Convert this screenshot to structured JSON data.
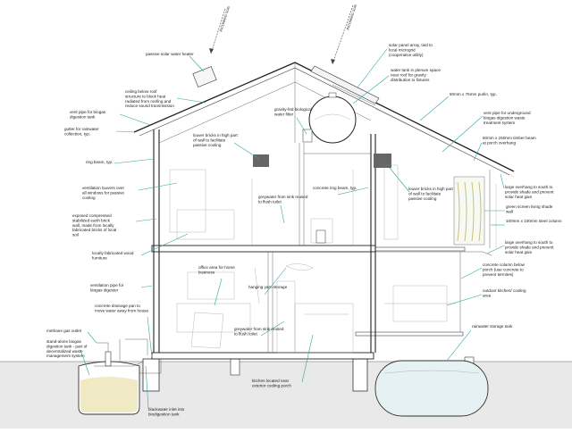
{
  "labels": {
    "passive_heater": "passive solar water heater",
    "ceiling": "ceiling below roof structure to block heat radiated from roofing and reduce sound transmission",
    "vent_pipe_left": "vent pipe for biogas digestion tank",
    "gutter": "gutter for rainwater collection, typ.",
    "louver_high": "louver bricks in high part of wall to facilitate passive cooling",
    "gravity_filter": "gravity-fed biological water filter",
    "ring_beam": "ring beam, typ.",
    "ventilation_louvers": "ventilation louvers over all windows for passive cooling",
    "greywater_toilet_upper": "greywater from sink reused to flush toilet",
    "concrete_ring_beam": "concrete ring beam, typ.",
    "louver_bricks_right": "louver bricks in high part of wall to facilitate passive cooling",
    "compressed_earth": "exposed compressed stabilized earth brick wall, made from locally fabricated bricks of local soil",
    "wood_furniture": "locally fabricated wood furniture",
    "office": "office area for home business",
    "hanging_yarn": "hanging yarn storage",
    "ventilation_pipe": "ventilation pipe for biogas digester",
    "drainage_pan": "concrete drainage pan to move water away from house",
    "methane": "methane gas outlet",
    "biogas_tank": "stand-alone biogas digestion tank - part of decentralized waste management system",
    "greywater_toilet_lower": "greywater from sink reused to flush toilet",
    "kitchen_porch": "kitchen located near exterior cooling porch",
    "blackwater": "blackwater inlet into biodigestion tank",
    "solar_panel": "solar panel array, tied to local microgrid (cooperative utility)",
    "water_tank_plenum": "water tank in plenum space near roof for gravity distribution to fixtures",
    "purlin": "50mm x 75mm purlin, typ.",
    "vent_pipe_right": "vent pipe for underground biogas digestion waste treatment system",
    "timber_beam": "50mm x 150mm timber beam at porch overhang",
    "roof_overhang_upper": "large overhang to south to provide shade and prevent solar heat gain",
    "green_screen": "green screen living shade wall",
    "steel_column": "100mm x 100mm steel column",
    "roof_overhang_lower": "large overhang to south to provide shade and prevent solar heat gain",
    "concrete_column": "concrete column below porch (use concrete to prevent termites)",
    "outdoor_kitchen": "outdoor kitchen/ cooling area",
    "rainwater_tank": "rainwater storage tank",
    "arrow_left": "INCOMING SUN",
    "arrow_right": "INCOMING SUN"
  },
  "colors": {
    "leader": "#2aa7a1",
    "line": "#222222",
    "tank_fill": "#efe9c4",
    "rain_tank_fill": "#e6f1f4",
    "ground": "#e9e9e9"
  }
}
